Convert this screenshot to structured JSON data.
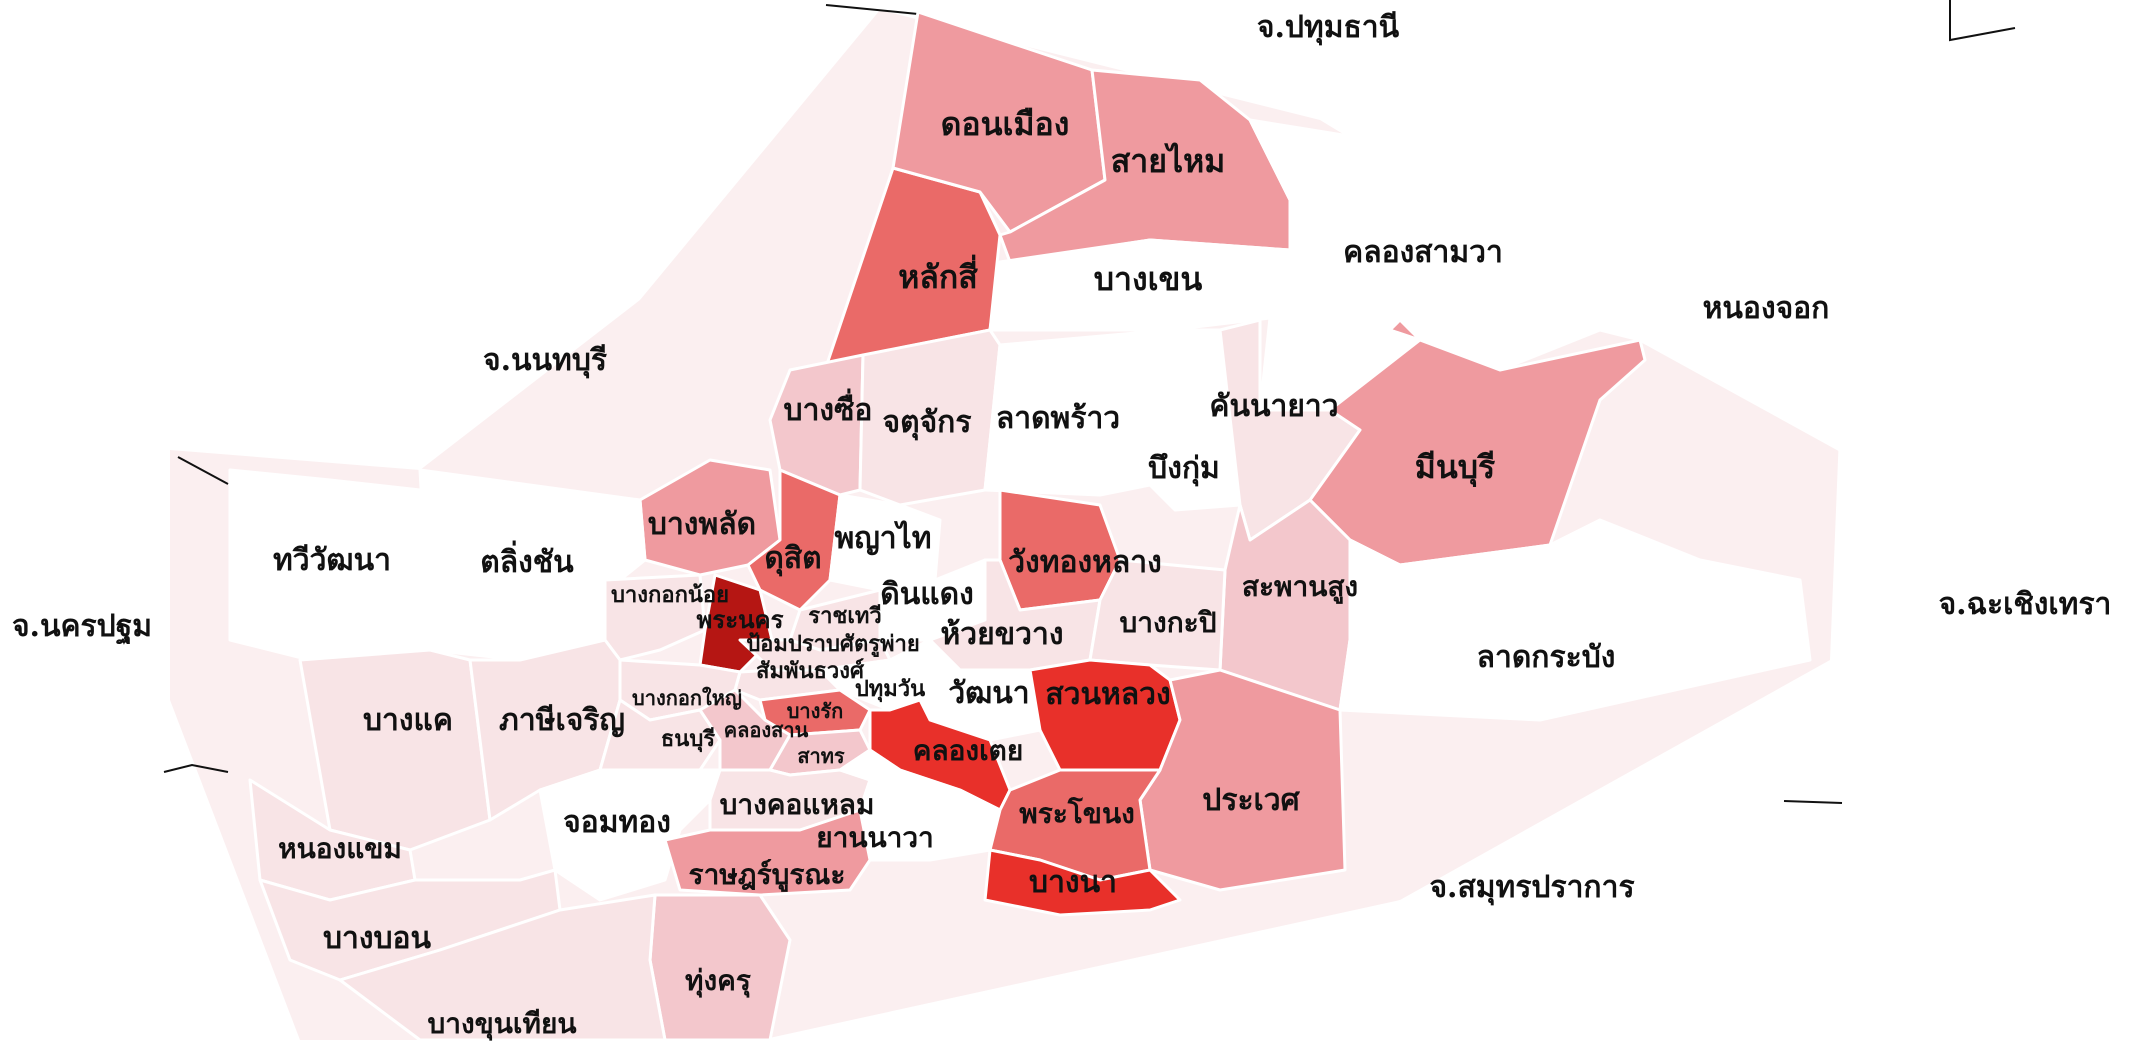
{
  "map": {
    "palette": {
      "lightest": "#f8e4e6",
      "light": "#f3c7cc",
      "medium": "#ef9a9f",
      "strong": "#ea6a68",
      "bright": "#e8302a",
      "darkest": "#b51613",
      "white": "#ffffff"
    },
    "provinces": {
      "pathum_thani": "จ.ปทุมธานี",
      "nonthaburi": "จ.นนทบุรี",
      "nakhon_pathom": "จ.นครปฐม",
      "chachoengsao": "จ.ฉะเชิงเทรา",
      "samut_prakan": "จ.สมุทรปราการ"
    },
    "districts": [
      {
        "id": "don_mueang",
        "name": "ดอนเมือง",
        "shade": "medium"
      },
      {
        "id": "sai_mai",
        "name": "สายไหม",
        "shade": "medium"
      },
      {
        "id": "lak_si",
        "name": "หลักสี่",
        "shade": "strong"
      },
      {
        "id": "bang_khen",
        "name": "บางเขน",
        "shade": "white"
      },
      {
        "id": "khlong_sam_wa",
        "name": "คลองสามวา",
        "shade": "white"
      },
      {
        "id": "nong_chok",
        "name": "หนองจอก",
        "shade": "white"
      },
      {
        "id": "bang_sue",
        "name": "บางซื่อ",
        "shade": "light"
      },
      {
        "id": "chatuchak",
        "name": "จตุจักร",
        "shade": "lightest"
      },
      {
        "id": "lat_phrao",
        "name": "ลาดพร้าว",
        "shade": "white"
      },
      {
        "id": "bueng_kum",
        "name": "บึงกุ่ม",
        "shade": "white"
      },
      {
        "id": "khan_na_yao",
        "name": "คันนายาว",
        "shade": "lightest"
      },
      {
        "id": "min_buri",
        "name": "มีนบุรี",
        "shade": "medium"
      },
      {
        "id": "bang_phlat",
        "name": "บางพลัด",
        "shade": "medium"
      },
      {
        "id": "dusit",
        "name": "ดุสิต",
        "shade": "strong"
      },
      {
        "id": "phaya_thai",
        "name": "พญาไท",
        "shade": "white"
      },
      {
        "id": "wang_thonglang",
        "name": "วังทองหลาง",
        "shade": "strong"
      },
      {
        "id": "saphan_sung",
        "name": "สะพานสูง",
        "shade": "light"
      },
      {
        "id": "thawi_watthana",
        "name": "ทวีวัฒนา",
        "shade": "white"
      },
      {
        "id": "taling_chan",
        "name": "ตลิ่งชัน",
        "shade": "white"
      },
      {
        "id": "bangkok_noi",
        "name": "บางกอกน้อย",
        "shade": "lightest"
      },
      {
        "id": "phra_nakhon",
        "name": "พระนคร",
        "shade": "darkest"
      },
      {
        "id": "ratchathewi",
        "name": "ราชเทวี",
        "shade": "lightest"
      },
      {
        "id": "din_daeng",
        "name": "ดินแดง",
        "shade": "white"
      },
      {
        "id": "huai_khwang",
        "name": "ห้วยขวาง",
        "shade": "lightest"
      },
      {
        "id": "bang_kapi",
        "name": "บางกะปิ",
        "shade": "lightest"
      },
      {
        "id": "lat_krabang",
        "name": "ลาดกระบัง",
        "shade": "white"
      },
      {
        "id": "pom_prap",
        "name": "ป้อมปราบศัตรูพ่าย",
        "shade": "lightest"
      },
      {
        "id": "samphanthawong",
        "name": "สัมพันธวงศ์",
        "shade": "lightest"
      },
      {
        "id": "pathum_wan",
        "name": "ปทุมวัน",
        "shade": "white"
      },
      {
        "id": "watthana",
        "name": "วัฒนา",
        "shade": "white"
      },
      {
        "id": "suan_luang",
        "name": "สวนหลวง",
        "shade": "bright"
      },
      {
        "id": "bang_khae",
        "name": "บางแค",
        "shade": "lightest"
      },
      {
        "id": "phasi_charoen",
        "name": "ภาษีเจริญ",
        "shade": "lightest"
      },
      {
        "id": "bangkok_yai",
        "name": "บางกอกใหญ่",
        "shade": "lightest"
      },
      {
        "id": "bang_rak",
        "name": "บางรัก",
        "shade": "strong"
      },
      {
        "id": "thon_buri",
        "name": "ธนบุรี",
        "shade": "lightest"
      },
      {
        "id": "khlong_san",
        "name": "คลองสาน",
        "shade": "light"
      },
      {
        "id": "sathon",
        "name": "สาทร",
        "shade": "light"
      },
      {
        "id": "khlong_toei",
        "name": "คลองเตย",
        "shade": "bright"
      },
      {
        "id": "prawet",
        "name": "ประเวศ",
        "shade": "medium"
      },
      {
        "id": "nong_khaem",
        "name": "หนองแขม",
        "shade": "lightest"
      },
      {
        "id": "chom_thong",
        "name": "จอมทอง",
        "shade": "white"
      },
      {
        "id": "bang_kho_laem",
        "name": "บางคอแหลม",
        "shade": "lightest"
      },
      {
        "id": "yan_nawa",
        "name": "ยานนาวา",
        "shade": "white"
      },
      {
        "id": "phra_khanong",
        "name": "พระโขนง",
        "shade": "strong"
      },
      {
        "id": "rat_burana",
        "name": "ราษฎร์บูรณะ",
        "shade": "medium"
      },
      {
        "id": "bang_na",
        "name": "บางนา",
        "shade": "bright"
      },
      {
        "id": "bang_bon",
        "name": "บางบอน",
        "shade": "lightest"
      },
      {
        "id": "thung_khru",
        "name": "ทุ่งครุ",
        "shade": "light"
      },
      {
        "id": "bang_khun_thian",
        "name": "บางขุนเทียน",
        "shade": "lightest"
      }
    ]
  }
}
